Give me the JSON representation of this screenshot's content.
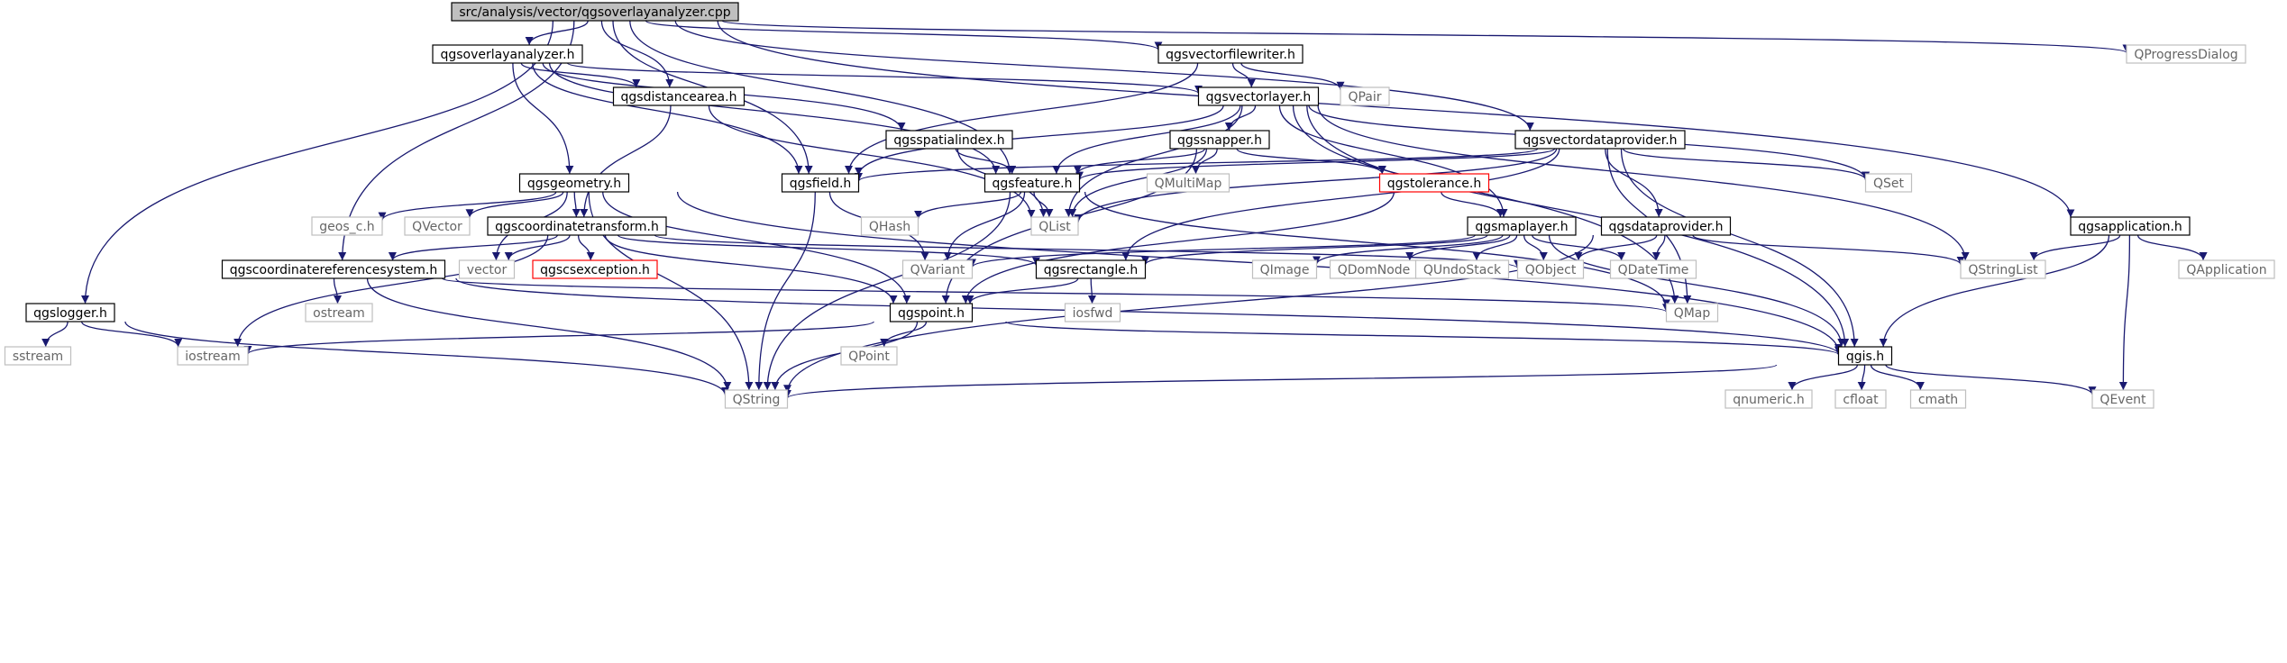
{
  "diagram": {
    "type": "include-dependency-graph",
    "root": "src/analysis/vector/qgsoverlayanalyzer.cpp",
    "nodes": [
      {
        "id": "root",
        "label": "src/analysis/vector/qgsoverlayanalyzer.cpp",
        "style": "root"
      },
      {
        "id": "qgsoverlayanalyzer_h",
        "label": "qgsoverlayanalyzer.h",
        "style": "internal"
      },
      {
        "id": "qgsvectorfilewriter_h",
        "label": "qgsvectorfilewriter.h",
        "style": "internal"
      },
      {
        "id": "qprogressdialog",
        "label": "QProgressDialog",
        "style": "external"
      },
      {
        "id": "qgsdistancearea_h",
        "label": "qgsdistancearea.h",
        "style": "internal"
      },
      {
        "id": "qgsvectorlayer_h",
        "label": "qgsvectorlayer.h",
        "style": "internal"
      },
      {
        "id": "qpair",
        "label": "QPair",
        "style": "external"
      },
      {
        "id": "qgsspatialindex_h",
        "label": "qgsspatialindex.h",
        "style": "internal"
      },
      {
        "id": "qgssnapper_h",
        "label": "qgssnapper.h",
        "style": "internal"
      },
      {
        "id": "qgsvectordataprovider_h",
        "label": "qgsvectordataprovider.h",
        "style": "internal"
      },
      {
        "id": "qgsgeometry_h",
        "label": "qgsgeometry.h",
        "style": "internal"
      },
      {
        "id": "qgsfield_h",
        "label": "qgsfield.h",
        "style": "internal"
      },
      {
        "id": "qgsfeature_h",
        "label": "qgsfeature.h",
        "style": "internal"
      },
      {
        "id": "qmultimap",
        "label": "QMultiMap",
        "style": "external"
      },
      {
        "id": "qgstolerance_h",
        "label": "qgstolerance.h",
        "style": "missing"
      },
      {
        "id": "qset",
        "label": "QSet",
        "style": "external"
      },
      {
        "id": "qgeos_c_h",
        "label": "geos_c.h",
        "style": "external"
      },
      {
        "id": "qvector",
        "label": "QVector",
        "style": "external"
      },
      {
        "id": "qgscoordinatetransform_h",
        "label": "qgscoordinatetransform.h",
        "style": "internal"
      },
      {
        "id": "qhash",
        "label": "QHash",
        "style": "external"
      },
      {
        "id": "qlist",
        "label": "QList",
        "style": "external"
      },
      {
        "id": "qgsmaplayer_h",
        "label": "qgsmaplayer.h",
        "style": "internal"
      },
      {
        "id": "qgsdataprovider_h",
        "label": "qgsdataprovider.h",
        "style": "internal"
      },
      {
        "id": "qgsapplication_h",
        "label": "qgsapplication.h",
        "style": "internal"
      },
      {
        "id": "qgscoordinatereferencesystem_h",
        "label": "qgscoordinatereferencesystem.h",
        "style": "internal"
      },
      {
        "id": "vector",
        "label": "vector",
        "style": "external"
      },
      {
        "id": "qgscsexception_h",
        "label": "qgscsexception.h",
        "style": "missing"
      },
      {
        "id": "qvariant",
        "label": "QVariant",
        "style": "external"
      },
      {
        "id": "qgsrectangle_h",
        "label": "qgsrectangle.h",
        "style": "internal"
      },
      {
        "id": "qimage",
        "label": "QImage",
        "style": "external"
      },
      {
        "id": "qdomnode",
        "label": "QDomNode",
        "style": "external"
      },
      {
        "id": "qundostack",
        "label": "QUndoStack",
        "style": "external"
      },
      {
        "id": "qobject",
        "label": "QObject",
        "style": "external"
      },
      {
        "id": "qdatetime",
        "label": "QDateTime",
        "style": "external"
      },
      {
        "id": "qstringlist",
        "label": "QStringList",
        "style": "external"
      },
      {
        "id": "qapplication",
        "label": "QApplication",
        "style": "external"
      },
      {
        "id": "qgslogger_h",
        "label": "qgslogger.h",
        "style": "internal"
      },
      {
        "id": "ostream",
        "label": "ostream",
        "style": "external"
      },
      {
        "id": "qgspoint_h",
        "label": "qgspoint.h",
        "style": "internal"
      },
      {
        "id": "iosfwd",
        "label": "iosfwd",
        "style": "external"
      },
      {
        "id": "qmap",
        "label": "QMap",
        "style": "external"
      },
      {
        "id": "sstream",
        "label": "sstream",
        "style": "external"
      },
      {
        "id": "iostream",
        "label": "iostream",
        "style": "external"
      },
      {
        "id": "qpoint",
        "label": "QPoint",
        "style": "external"
      },
      {
        "id": "qgis_h",
        "label": "qgis.h",
        "style": "internal"
      },
      {
        "id": "qstring",
        "label": "QString",
        "style": "external"
      },
      {
        "id": "qnumeric_h",
        "label": "qnumeric.h",
        "style": "external"
      },
      {
        "id": "cfloat",
        "label": "cfloat",
        "style": "external"
      },
      {
        "id": "cmath",
        "label": "cmath",
        "style": "external"
      },
      {
        "id": "qevent",
        "label": "QEvent",
        "style": "external"
      }
    ],
    "edges": [
      [
        "root",
        "qgsoverlayanalyzer_h"
      ],
      [
        "root",
        "qgsvectorfilewriter_h"
      ],
      [
        "root",
        "qprogressdialog"
      ],
      [
        "root",
        "qgsdistancearea_h"
      ],
      [
        "root",
        "qgsvectordataprovider_h"
      ],
      [
        "root",
        "qgsfield_h"
      ],
      [
        "root",
        "qgsfeature_h"
      ],
      [
        "root",
        "qgscoordinatereferencesystem_h"
      ],
      [
        "root",
        "qgslogger_h"
      ],
      [
        "root",
        "qgsapplication_h"
      ],
      [
        "qgsoverlayanalyzer_h",
        "qgsdistancearea_h"
      ],
      [
        "qgsoverlayanalyzer_h",
        "qgsvectorlayer_h"
      ],
      [
        "qgsoverlayanalyzer_h",
        "qgsspatialindex_h"
      ],
      [
        "qgsoverlayanalyzer_h",
        "qgsgeometry_h"
      ],
      [
        "qgsoverlayanalyzer_h",
        "qgsfield_h"
      ],
      [
        "qgsoverlayanalyzer_h",
        "qgsfeature_h"
      ],
      [
        "qgsvectorfilewriter_h",
        "qgsvectorlayer_h"
      ],
      [
        "qgsvectorfilewriter_h",
        "qpair"
      ],
      [
        "qgsvectorfilewriter_h",
        "qgsfield_h"
      ],
      [
        "qgsdistancearea_h",
        "qgscoordinatetransform_h"
      ],
      [
        "qgsdistancearea_h",
        "qlist"
      ],
      [
        "qgsvectorlayer_h",
        "qgssnapper_h"
      ],
      [
        "qgsvectorlayer_h",
        "qgsfield_h"
      ],
      [
        "qgsvectorlayer_h",
        "qgsfeature_h"
      ],
      [
        "qgsvectorlayer_h",
        "qlist"
      ],
      [
        "qgsvectorlayer_h",
        "qset"
      ],
      [
        "qgsvectorlayer_h",
        "qgsmaplayer_h"
      ],
      [
        "qgsvectorlayer_h",
        "qstringlist"
      ],
      [
        "qgsvectorlayer_h",
        "qmap"
      ],
      [
        "qgsvectorlayer_h",
        "qgis_h"
      ],
      [
        "qgsspatialindex_h",
        "qgsfeature_h"
      ],
      [
        "qgsspatialindex_h",
        "qlist"
      ],
      [
        "qgssnapper_h",
        "qgsfeature_h"
      ],
      [
        "qgssnapper_h",
        "qmultimap"
      ],
      [
        "qgssnapper_h",
        "qgstolerance_h"
      ],
      [
        "qgssnapper_h",
        "qlist"
      ],
      [
        "qgssnapper_h",
        "qgspoint_h"
      ],
      [
        "qgsvectordataprovider_h",
        "qgsfield_h"
      ],
      [
        "qgsvectordataprovider_h",
        "qgsfeature_h"
      ],
      [
        "qgsvectordataprovider_h",
        "qset"
      ],
      [
        "qgsvectordataprovider_h",
        "qlist"
      ],
      [
        "qgsvectordataprovider_h",
        "qgsdataprovider_h"
      ],
      [
        "qgsvectordataprovider_h",
        "qgsrectangle_h"
      ],
      [
        "qgsvectordataprovider_h",
        "qmap"
      ],
      [
        "qgsvectordataprovider_h",
        "qgis_h"
      ],
      [
        "qgsgeometry_h",
        "qgeos_c_h"
      ],
      [
        "qgsgeometry_h",
        "qvector"
      ],
      [
        "qgsgeometry_h",
        "qgscoordinatetransform_h"
      ],
      [
        "qgsgeometry_h",
        "vector"
      ],
      [
        "qgsgeometry_h",
        "qgspoint_h"
      ],
      [
        "qgsgeometry_h",
        "qgis_h"
      ],
      [
        "qgsgeometry_h",
        "qstring"
      ],
      [
        "qgsfield_h",
        "qvariant"
      ],
      [
        "qgsfield_h",
        "qstring"
      ],
      [
        "qgsfeature_h",
        "qhash"
      ],
      [
        "qgsfeature_h",
        "qlist"
      ],
      [
        "qgsfeature_h",
        "qvariant"
      ],
      [
        "qgsfeature_h",
        "qmap"
      ],
      [
        "qgsfeature_h",
        "qstring"
      ],
      [
        "qgstolerance_h",
        "qgsmaplayer_h"
      ],
      [
        "qgstolerance_h",
        "qgspoint_h"
      ],
      [
        "qgscoordinatetransform_h",
        "qgscoordinatereferencesystem_h"
      ],
      [
        "qgscoordinatetransform_h",
        "iostream"
      ],
      [
        "qgscoordinatetransform_h",
        "vector"
      ],
      [
        "qgscoordinatetransform_h",
        "qgscsexception_h"
      ],
      [
        "qgscoordinatetransform_h",
        "qgsrectangle_h"
      ],
      [
        "qgscoordinatetransform_h",
        "qobject"
      ],
      [
        "qgscoordinatetransform_h",
        "qgspoint_h"
      ],
      [
        "qgsmaplayer_h",
        "qvariant"
      ],
      [
        "qgsmaplayer_h",
        "qgsrectangle_h"
      ],
      [
        "qgsmaplayer_h",
        "qimage"
      ],
      [
        "qgsmaplayer_h",
        "qdomnode"
      ],
      [
        "qgsmaplayer_h",
        "qundostack"
      ],
      [
        "qgsmaplayer_h",
        "qobject"
      ],
      [
        "qgsmaplayer_h",
        "qdatetime"
      ],
      [
        "qgsmaplayer_h",
        "qgis_h"
      ],
      [
        "qgsdataprovider_h",
        "qobject"
      ],
      [
        "qgsdataprovider_h",
        "qdatetime"
      ],
      [
        "qgsdataprovider_h",
        "qstringlist"
      ],
      [
        "qgsdataprovider_h",
        "qstring"
      ],
      [
        "qgsapplication_h",
        "qstringlist"
      ],
      [
        "qgsapplication_h",
        "qapplication"
      ],
      [
        "qgsapplication_h",
        "qgis_h"
      ],
      [
        "qgsapplication_h",
        "qevent"
      ],
      [
        "qgscoordinatereferencesystem_h",
        "ostream"
      ],
      [
        "qgscoordinatereferencesystem_h",
        "qmap"
      ],
      [
        "qgscoordinatereferencesystem_h",
        "qgis_h"
      ],
      [
        "qgscoordinatereferencesystem_h",
        "qstring"
      ],
      [
        "qgsrectangle_h",
        "iosfwd"
      ],
      [
        "qgsrectangle_h",
        "qgspoint_h"
      ],
      [
        "qgslogger_h",
        "sstream"
      ],
      [
        "qgslogger_h",
        "iostream"
      ],
      [
        "qgslogger_h",
        "qstring"
      ],
      [
        "qgspoint_h",
        "iostream"
      ],
      [
        "qgspoint_h",
        "qpoint"
      ],
      [
        "qgspoint_h",
        "qstring"
      ],
      [
        "qgspoint_h",
        "qgis_h"
      ],
      [
        "qgis_h",
        "qnumeric_h"
      ],
      [
        "qgis_h",
        "cfloat"
      ],
      [
        "qgis_h",
        "cmath"
      ],
      [
        "qgis_h",
        "qevent"
      ],
      [
        "qgis_h",
        "qstring"
      ]
    ],
    "colors": {
      "edge": "#191970",
      "root_fill": "#bfbfbf",
      "internal_border": "#000000",
      "external_border": "#bfbfbf",
      "missing_border": "#ff0000",
      "external_text": "#666666"
    }
  }
}
